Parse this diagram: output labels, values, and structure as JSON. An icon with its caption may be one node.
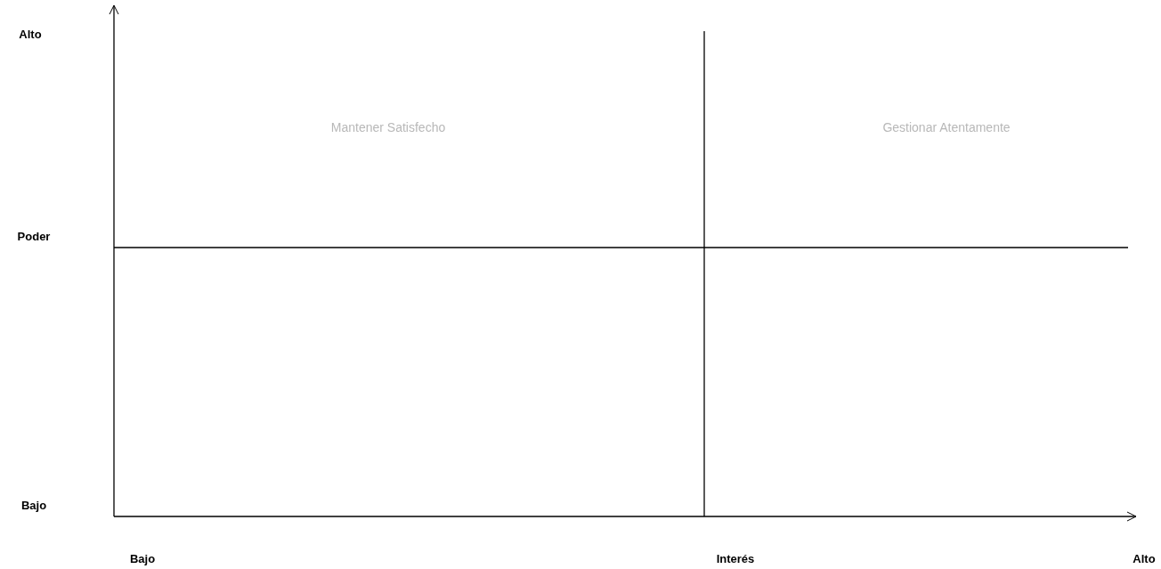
{
  "diagram": {
    "labels": [
      "Alto",
      "Mantener Satisfecho",
      "Gestionar Atentamente",
      "Poder",
      "Bajo",
      "Bajo",
      "Interés",
      "Alto"
    ]
  }
}
